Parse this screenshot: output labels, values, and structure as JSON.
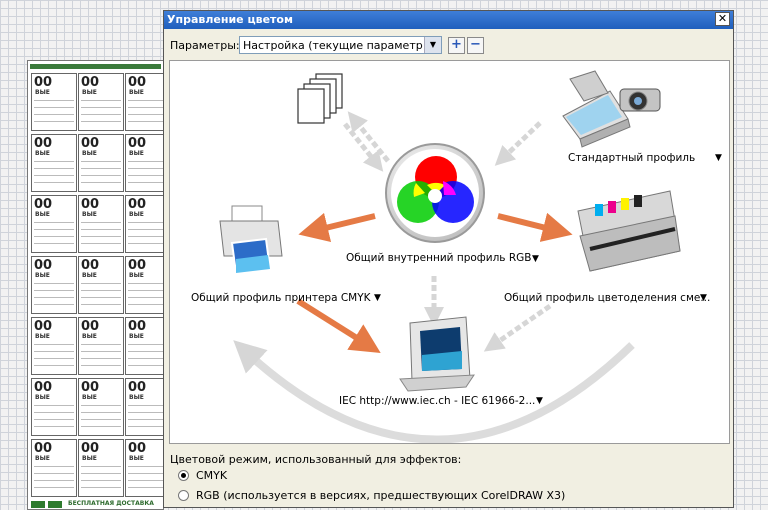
{
  "document": {
    "cell_big": "00",
    "cell_small": "ВЫЕ",
    "footer_text": "БЕСПЛАТНАЯ ДОСТАВКА"
  },
  "dialog": {
    "title": "Управление цветом",
    "close_label": "✕",
    "params_label": "Параметры:",
    "params_value": "Настройка (текущие параметры ...",
    "add_label": "+",
    "remove_label": "−",
    "profiles": {
      "standard": "Стандартный профиль",
      "internal_rgb": "Общий внутренний профиль RGB",
      "printer_cmyk": "Общий профиль принтера CMYK",
      "separation": "Общий профиль цветоделения сме...",
      "monitor": "IEC http://www.iec.ch - IEC 61966-2..."
    },
    "dropdown_glyph": "▼",
    "effects_mode_label": "Цветовой режим, использованный для эффектов:",
    "modes": [
      {
        "label": "CMYK",
        "selected": true
      },
      {
        "label": "RGB (используется в версиях, предшествующих CorelDRAW X3)",
        "selected": false
      }
    ]
  },
  "colors": {
    "titlebar": "#2a66c8",
    "dialog_bg": "#f1efe2",
    "orange_arrow": "#e57a45",
    "gray_arrow": "#d6d6d6"
  }
}
